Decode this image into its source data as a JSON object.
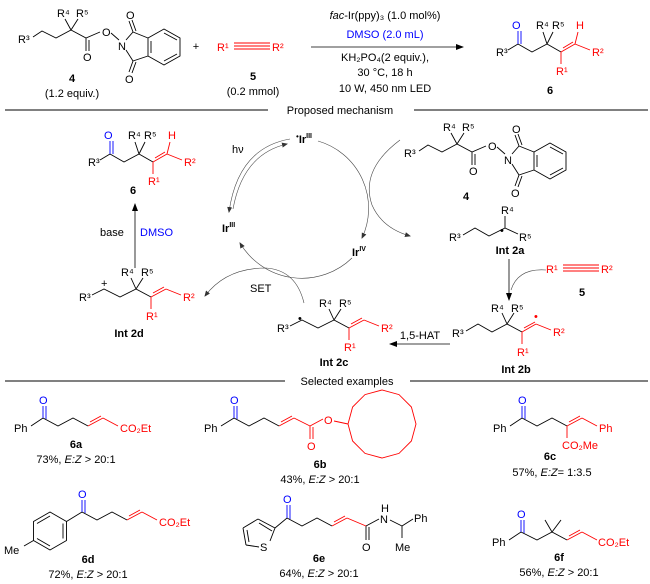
{
  "colors": {
    "red": "#ff0000",
    "blue": "#0000ff",
    "text": "#000000"
  },
  "sym": {
    "R1": "R¹",
    "R2": "R²",
    "R3": "R³",
    "R4": "R⁴",
    "R5": "R⁵",
    "O": "O",
    "N": "N",
    "H": "H",
    "S": "S",
    "Ph": "Ph",
    "Me": "Me",
    "plus": "+",
    "radical": "•"
  },
  "top": {
    "compound4_label": "4",
    "compound4_amount": "(1.2 equiv.)",
    "plus": "+",
    "compound5_label": "5",
    "compound5_amount": "(0.2 mmol)",
    "product_label": "6",
    "conditions": {
      "catalyst_italic": "fac",
      "catalyst_rest": "-Ir(ppy)₃ (1.0 mol%)",
      "solvent": "DMSO (2.0 mL)",
      "additive": "KH₂PO₄(2 equiv.),",
      "temp_time": "30 °C, 18 h",
      "light": "10 W, 450 nm LED"
    }
  },
  "mechanism": {
    "title": "Proposed mechanism",
    "ir_excited": {
      "mark": "•",
      "metal": "Ir",
      "ox": "III"
    },
    "ir_ground": {
      "metal": "Ir",
      "ox": "III"
    },
    "ir_oxidized": {
      "metal": "Ir",
      "ox": "IV"
    },
    "light": "hν",
    "set": "SET",
    "hat": "1,5-HAT",
    "base": "base",
    "dmso": "DMSO",
    "labels": {
      "product": "6",
      "reactant": "4",
      "alkyne": "5",
      "int2a": "Int 2a",
      "int2b": "Int 2b",
      "int2c": "Int 2c",
      "int2d": "Int 2d"
    }
  },
  "examples": {
    "title": "Selected examples",
    "items": [
      {
        "id": "6a",
        "yield": "73%, ",
        "ratio_label": "E:Z",
        "ratio": " > 20:1",
        "group": "CO₂Et"
      },
      {
        "id": "6b",
        "yield": "43%, ",
        "ratio_label": "E:Z",
        "ratio": " > 20:1"
      },
      {
        "id": "6c",
        "yield": "57%, ",
        "ratio_label": "E:Z",
        "ratio": "= 1:3.5",
        "group": "CO₂Me"
      },
      {
        "id": "6d",
        "yield": "72%, ",
        "ratio_label": "E:Z",
        "ratio": " > 20:1",
        "group": "CO₂Et"
      },
      {
        "id": "6e",
        "yield": "64%, ",
        "ratio_label": "E:Z",
        "ratio": " > 20:1"
      },
      {
        "id": "6f",
        "yield": "56%, ",
        "ratio_label": "E:Z",
        "ratio": " > 20:1",
        "group": "CO₂Et"
      }
    ]
  }
}
